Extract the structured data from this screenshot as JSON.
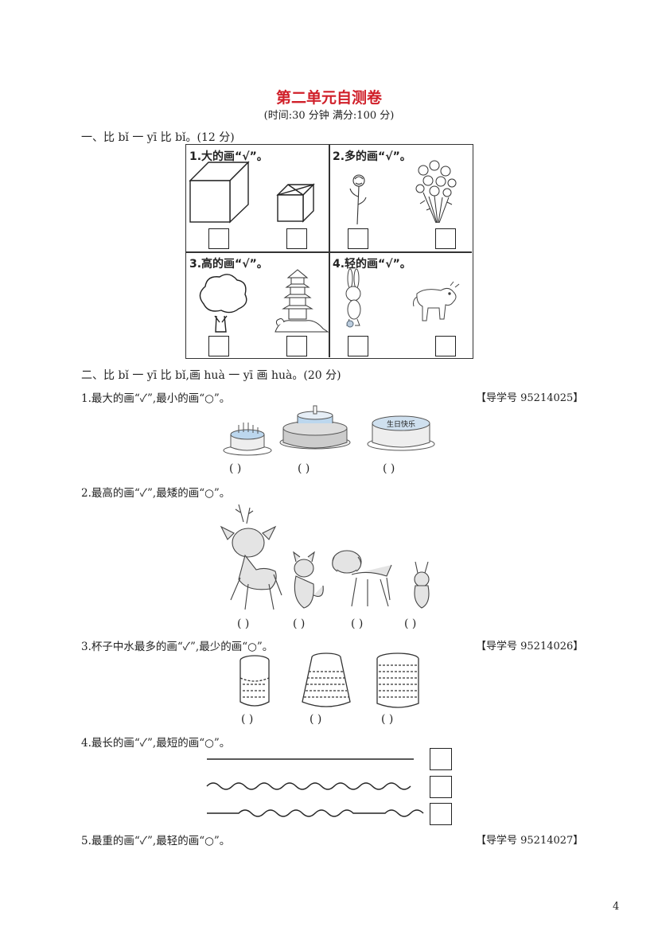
{
  "header": {
    "title": "第二单元自测卷",
    "subtitle": "(时间:30 分钟   满分:100 分)"
  },
  "section1": {
    "heading": "一、比 bǐ 一 yī 比 bǐ。(12 分)",
    "cells": [
      {
        "label": "1.大的画“√”。",
        "icon": "cube-icon"
      },
      {
        "label": "2.多的画“√”。",
        "icon": "flower-icon"
      },
      {
        "label": "3.高的画“√”。",
        "icon": "tree-icon"
      },
      {
        "label": "4.轻的画“√”。",
        "icon": "rabbit-icon"
      }
    ]
  },
  "section2": {
    "heading": "二、比 bǐ 一 yī 比 bǐ,画 huà 一 yī 画 huà。(20 分)",
    "q1": {
      "text": "1.最大的画“✓”,最小的画“○”。",
      "ref": "【导学号 95214025】",
      "cake_text": "生日快乐"
    },
    "q2": {
      "text": "2.最高的画“✓”,最矮的画“○”。"
    },
    "q3": {
      "text": "3.杯子中水最多的画“✓”,最少的画“○”。",
      "ref": "【导学号 95214026】"
    },
    "q4": {
      "text": "4.最长的画“✓”,最短的画“○”。"
    },
    "q5": {
      "text": "5.最重的画“✓”,最轻的画“○”。",
      "ref": "【导学号 95214027】"
    },
    "paren": "(       )"
  },
  "footer": {
    "page": "4"
  }
}
